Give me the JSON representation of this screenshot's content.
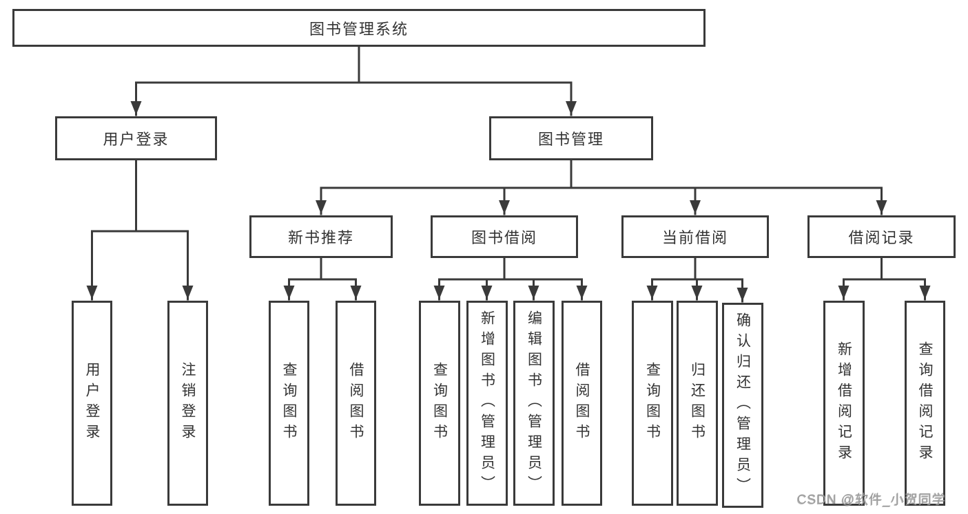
{
  "diagram": {
    "root": {
      "label": "图书管理系统"
    },
    "level2": [
      {
        "id": "user-login",
        "label": "用户登录"
      },
      {
        "id": "book-management",
        "label": "图书管理"
      }
    ],
    "level3": [
      {
        "id": "new-book-recommend",
        "label": "新书推荐"
      },
      {
        "id": "book-borrowing",
        "label": "图书借阅"
      },
      {
        "id": "current-borrowing",
        "label": "当前借阅"
      },
      {
        "id": "borrow-records",
        "label": "借阅记录"
      }
    ],
    "leaves": [
      {
        "parent": "用户登录",
        "label": "用户登录"
      },
      {
        "parent": "用户登录",
        "label": "注销登录"
      },
      {
        "parent": "新书推荐",
        "label": "查询图书"
      },
      {
        "parent": "新书推荐",
        "label": "借阅图书"
      },
      {
        "parent": "图书借阅",
        "label": "查询图书"
      },
      {
        "parent": "图书借阅",
        "label": "新增图书（管理员）"
      },
      {
        "parent": "图书借阅",
        "label": "编辑图书（管理员）"
      },
      {
        "parent": "图书借阅",
        "label": "借阅图书"
      },
      {
        "parent": "当前借阅",
        "label": "查询图书"
      },
      {
        "parent": "当前借阅",
        "label": "归还图书"
      },
      {
        "parent": "当前借阅",
        "label": "确认归还（管理员）"
      },
      {
        "parent": "借阅记录",
        "label": "新增借阅记录"
      },
      {
        "parent": "借阅记录",
        "label": "查询借阅记录"
      }
    ],
    "colors": {
      "line": "#3a3a3a",
      "text": "#333333",
      "background": "#ffffff",
      "watermark": "#9e9e9e"
    }
  },
  "watermark": {
    "text": "CSDN @软件_小贺同学"
  }
}
